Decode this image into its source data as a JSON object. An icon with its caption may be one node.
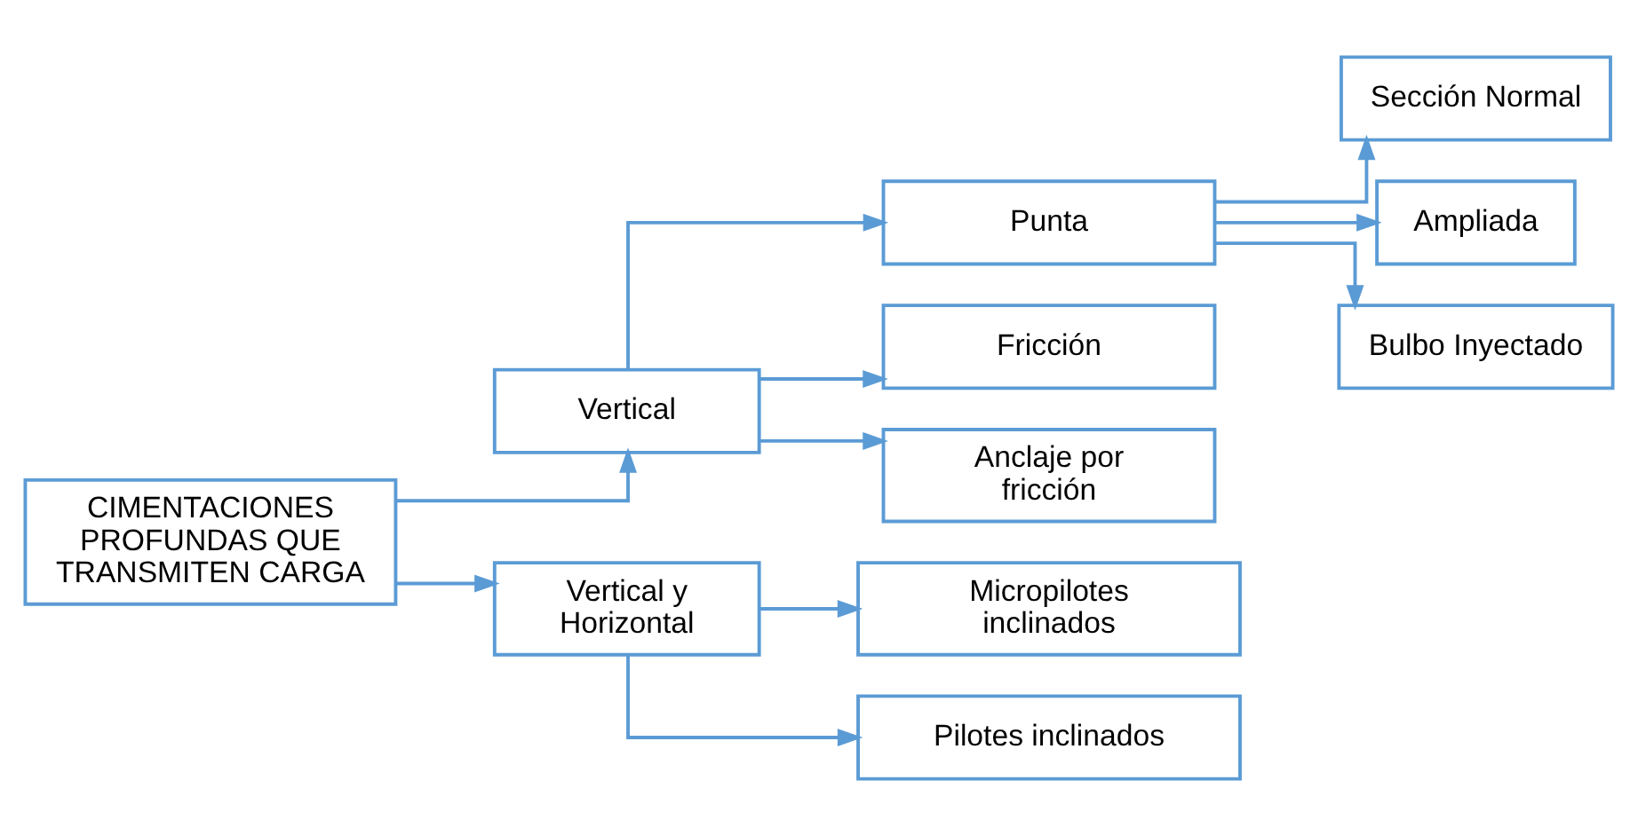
{
  "diagram": {
    "nodes": [
      {
        "text": [
          "CIMENTACIONES PROFUNDAS QUE TRANSMITEN CARGA"
        ]
      },
      {
        "text": [
          "Vertical"
        ]
      },
      {
        "text": [
          "Vertical y Horizontal"
        ]
      },
      {
        "text": [
          "Punta"
        ]
      },
      {
        "text": [
          "Fricción"
        ]
      },
      {
        "text": [
          "Anclaje por fricción"
        ]
      },
      {
        "text": [
          "Sección Normal"
        ]
      },
      {
        "text": [
          "Ampliada"
        ]
      },
      {
        "text": [
          "Bulbo Inyectado"
        ]
      },
      {
        "text": [
          "Micropilotes inclinados"
        ]
      },
      {
        "text": [
          "Pilotes inclinados"
        ]
      }
    ],
    "edges": [
      {
        "from": 0,
        "to": 1,
        "arrow": "to"
      },
      {
        "from": 0,
        "to": 2,
        "arrow": "to"
      },
      {
        "from": 1,
        "to": 3,
        "arrow": "to"
      },
      {
        "from": 1,
        "to": 4,
        "arrow": "to"
      },
      {
        "from": 1,
        "to": 5,
        "arrow": "to"
      },
      {
        "from": 3,
        "to": 6,
        "arrow": "to"
      },
      {
        "from": 3,
        "to": 7,
        "arrow": "to"
      },
      {
        "from": 3,
        "to": 8,
        "arrow": "to"
      },
      {
        "from": 2,
        "to": 9,
        "arrow": "to"
      },
      {
        "from": 2,
        "to": 10,
        "arrow": "to"
      }
    ]
  }
}
